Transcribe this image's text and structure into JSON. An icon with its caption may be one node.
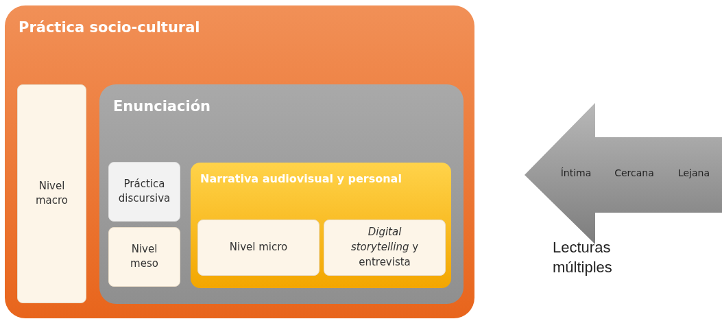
{
  "diagram": {
    "nodes": [
      {
        "text": [
          "Práctica socio-cultural"
        ]
      },
      {
        "text": [
          "Nivel macro"
        ],
        "in": 0
      },
      {
        "text": [
          "Enunciación"
        ],
        "in": 0
      },
      {
        "text": [
          "Práctica discursiva"
        ],
        "in": 2
      },
      {
        "text": [
          "Nivel meso"
        ],
        "in": 2
      },
      {
        "text": [
          "Narrativa audiovisual y personal"
        ],
        "in": 2
      },
      {
        "text": [
          "Nivel micro"
        ],
        "in": 5
      },
      {
        "text": [
          "*Digital storytelling* y entrevista"
        ],
        "in": 5
      },
      {
        "text": [
          "Íntima",
          "Cercana",
          "Lejana"
        ],
        "beside": [
          "Lecturas múltiples"
        ]
      }
    ],
    "edges": []
  }
}
